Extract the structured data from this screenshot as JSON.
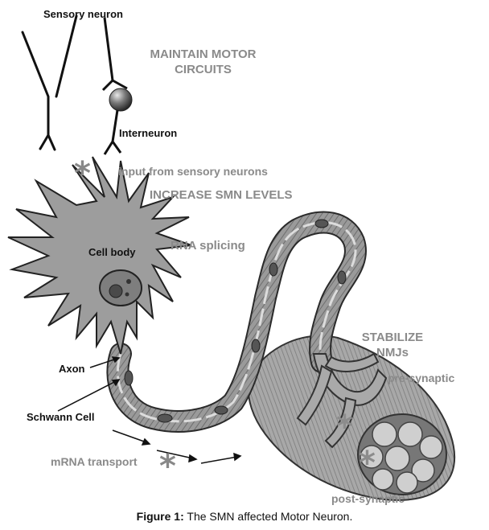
{
  "labels": {
    "sensory_neuron": "Sensory neuron",
    "maintain_motor_circuits": "MAINTAIN MOTOR CIRCUITS",
    "interneuron": "Interneuron",
    "input_from_sensory": "input from sensory neurons",
    "increase_smn": "INCREASE  SMN LEVELS",
    "rna_splicing": "RNA splicing",
    "cell_body": "Cell body",
    "stabilize_nmjs": "STABILIZE NMJs",
    "pre_synaptic": "pre-synaptic",
    "axon": "Axon",
    "schwann_cell": "Schwann Cell",
    "mrna_transport": "mRNA transport",
    "post_synaptic": "post-synaptic"
  },
  "markers": {
    "star": "*"
  },
  "caption": {
    "prefix": "Figure 1:",
    "text": " The SMN affected Motor Neuron."
  }
}
